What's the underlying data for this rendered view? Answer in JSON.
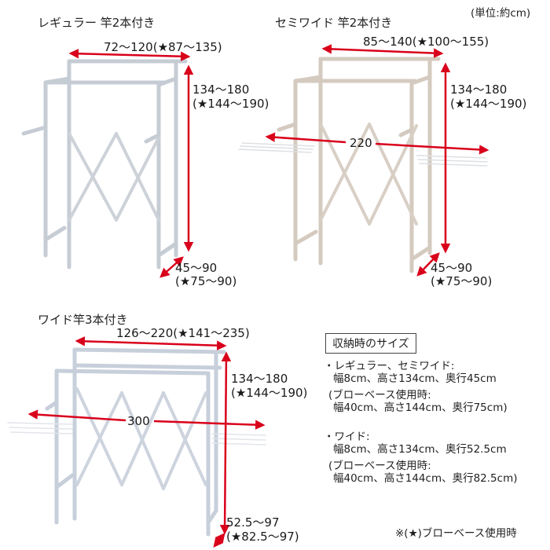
{
  "unit_note": "(単位:約cm)",
  "footnote": "※(★)ブローベース使用時",
  "colors": {
    "dimension_arrow": "#d9001b",
    "frame_regular": "#c9ced6",
    "frame_semiwide": "#d5cbc0",
    "frame_wide": "#c8d0dc"
  },
  "models": [
    {
      "name": "レギュラー 竿2本付き",
      "width": "72〜120(★87〜135)",
      "height_line1": "134〜180",
      "height_line2": "(★144〜190)",
      "depth_line1": "45〜90",
      "depth_line2": "(★75〜90)"
    },
    {
      "name": "セミワイド 竿2本付き",
      "width": "85〜140(★100〜155)",
      "span": "220",
      "height_line1": "134〜180",
      "height_line2": "(★144〜190)",
      "depth_line1": "45〜90",
      "depth_line2": "(★75〜90)"
    },
    {
      "name": "ワイド竿3本付き",
      "width": "126〜220(★141〜235)",
      "span": "300",
      "height_line1": "134〜180",
      "height_line2": "(★144〜190)",
      "depth_line1": "52.5〜97",
      "depth_line2": "(★82.5〜97)"
    }
  ],
  "storage": {
    "heading": "収納時のサイズ",
    "groups": [
      {
        "label": "・レギュラー、セミワイド:",
        "size": "幅8cm、高さ134cm、奥行45cm",
        "blow_label": "(ブローベース使用時:",
        "blow_size": "幅40cm、高さ144cm、奥行75cm)"
      },
      {
        "label": "・ワイド:",
        "size": "幅8cm、高さ134cm、奥行52.5cm",
        "blow_label": "(ブローベース使用時:",
        "blow_size": "幅40cm、高さ144cm、奥行82.5cm)"
      }
    ]
  }
}
